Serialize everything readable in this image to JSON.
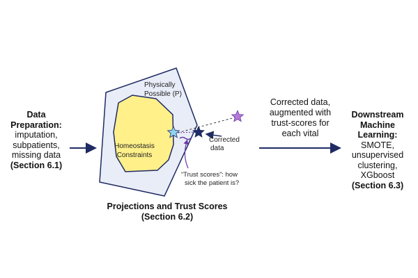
{
  "data_preparation": {
    "title_lines": [
      "Data",
      "Preparation:"
    ],
    "body_lines": [
      "imputation,",
      "subpatients,",
      "missing data"
    ],
    "section": "(Section 6.1)"
  },
  "diagram": {
    "physically_possible_lines": [
      "Physically",
      "Possible (P)"
    ],
    "homeostasis_lines": [
      "Homeostasis",
      "Constraints"
    ],
    "corrected_lines": [
      "Corrected",
      "data"
    ],
    "trust_lines": [
      "“Trust scores”: how",
      "sick the patient is?"
    ]
  },
  "projections": {
    "title": "Projections and Trust Scores",
    "section": "(Section 6.2)"
  },
  "corrected_output": {
    "lines": [
      "Corrected data,",
      "augmented with",
      "trust-scores for",
      "each vital"
    ]
  },
  "downstream": {
    "title_lines": [
      "Downstream",
      "Machine",
      "Learning:"
    ],
    "body_lines": [
      "SMOTE,",
      "unsupervised",
      "clustering,",
      "XGboost"
    ],
    "section": "(Section 6.3)"
  },
  "colors": {
    "outer_polygon_fill": "#e9edf7",
    "inner_polygon_fill": "#fff08a",
    "arrow": "#1f2b63",
    "light_star": "#8fd3f0",
    "dark_star": "#1f2b63",
    "violet_star": "#b37ad6",
    "trust_arrow": "#6a3aa8"
  }
}
